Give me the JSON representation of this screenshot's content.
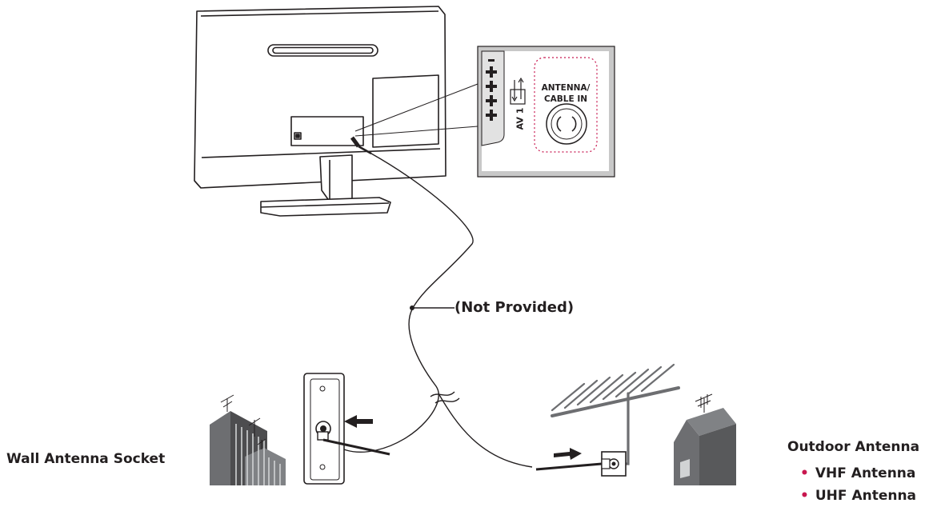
{
  "panel": {
    "antenna_label_line1": "ANTENNA/",
    "antenna_label_line2": "CABLE IN",
    "av_label": "AV 1"
  },
  "cable": {
    "note": "(Not Provided)"
  },
  "wall": {
    "label": "Wall Antenna Socket"
  },
  "outdoor": {
    "title": "Outdoor Antenna",
    "items": [
      {
        "label": "VHF Antenna"
      },
      {
        "label": "UHF Antenna"
      }
    ]
  },
  "colors": {
    "line": "#231f20",
    "panel_gray": "#c8c8c8",
    "accent": "#c8174f",
    "building_gray": "#6d6e71"
  }
}
